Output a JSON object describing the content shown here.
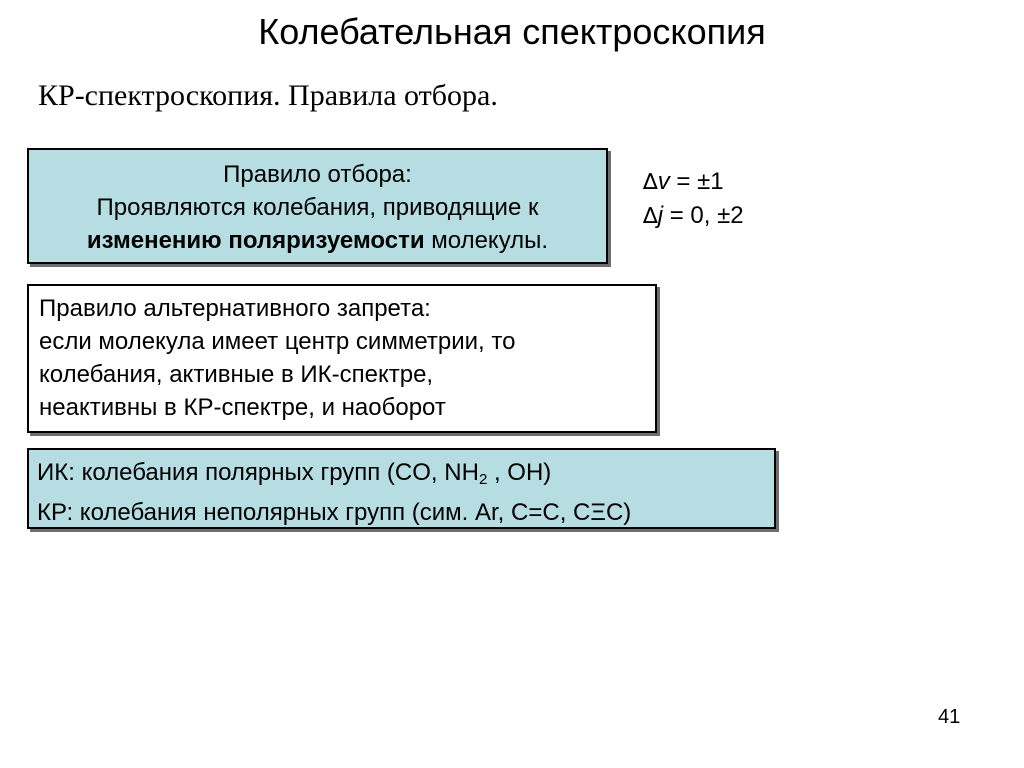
{
  "slide": {
    "title": "Колебательная спектроскопия",
    "subtitle": "КР-спектроскопия. Правила отбора.",
    "page_number": "41"
  },
  "selection_rule_box": {
    "line1": "Правило отбора:",
    "line2": "Проявляются колебания, приводящие к",
    "line3_bold": "изменению поляризуемости",
    "line3_rest": " молекулы."
  },
  "delta_rules": {
    "delta_symbol": "∆",
    "rule1_var": "v",
    "rule1_value": " = ±1",
    "rule2_var": "j",
    "rule2_value": " = 0, ±2"
  },
  "exclusion_box": {
    "lines": [
      "Правило альтернативного запрета:",
      "если молекула имеет центр симметрии, то",
      "колебания, активные в ИК-спектре,",
      "неактивны в КР-спектре, и наоборот"
    ]
  },
  "groups_box": {
    "ik_prefix": "ИК: колебания полярных групп (CO, NH",
    "ik_sub": "2",
    "ik_suffix": " , OH)",
    "kr_line": "КР: колебания неполярных групп (сим. Ar, C=C, CΞC)"
  },
  "colors": {
    "box_fill": "#b6dde1",
    "border": "#000000",
    "shadow": "#6f6f6f"
  }
}
